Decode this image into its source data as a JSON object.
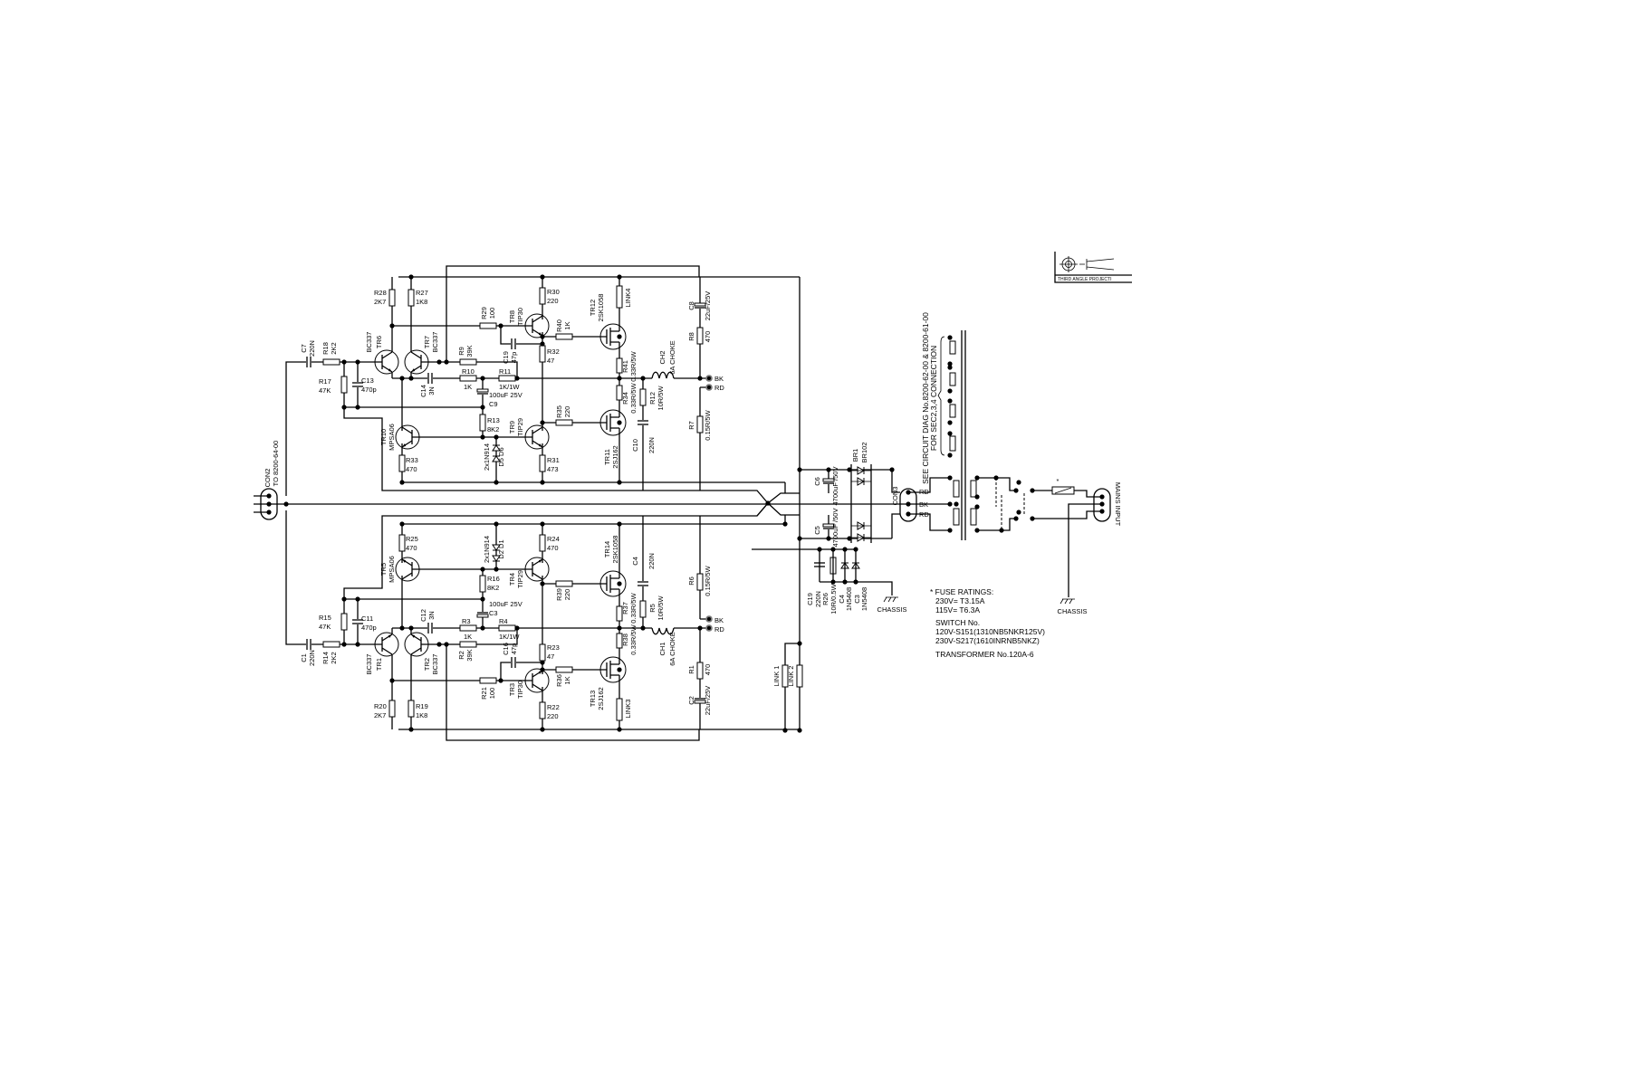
{
  "top_amp": {
    "components": [
      {
        "ref": "C7",
        "value": "220N"
      },
      {
        "ref": "R18",
        "value": "2K2"
      },
      {
        "ref": "R17",
        "value": "47K"
      },
      {
        "ref": "C13",
        "value": "470p"
      },
      {
        "ref": "TR6",
        "value": "BC337"
      },
      {
        "ref": "TR7",
        "value": "BC337"
      },
      {
        "ref": "R28",
        "value": "2K7"
      },
      {
        "ref": "R27",
        "value": "1K8"
      },
      {
        "ref": "R29",
        "value": "100"
      },
      {
        "ref": "R9",
        "value": "39K"
      },
      {
        "ref": "C14",
        "value": "3N"
      },
      {
        "ref": "R10",
        "value": "1K"
      },
      {
        "ref": "R11",
        "value": "1K/1W"
      },
      {
        "ref": "C9",
        "value": "100uF 25V"
      },
      {
        "ref": "R13",
        "value": "8K2"
      },
      {
        "ref": "TR10",
        "value": "MPSA06"
      },
      {
        "ref": "R33",
        "value": "470"
      },
      {
        "ref": "2x1N914",
        "value": "D5 D6"
      },
      {
        "ref": "TR9",
        "value": "TIP29"
      },
      {
        "ref": "R31",
        "value": "473"
      },
      {
        "ref": "TR8",
        "value": "TIP30"
      },
      {
        "ref": "R30",
        "value": "220"
      },
      {
        "ref": "C19",
        "value": "47p"
      },
      {
        "ref": "R40",
        "value": "1K"
      },
      {
        "ref": "R32",
        "value": "47"
      },
      {
        "ref": "TR12",
        "value": "2SK1058"
      },
      {
        "ref": "LINK4",
        "value": ""
      },
      {
        "ref": "R41",
        "value": "0.33R/5W"
      },
      {
        "ref": "R34",
        "value": "0.33R/5W"
      },
      {
        "ref": "R35",
        "value": "220"
      },
      {
        "ref": "TR11",
        "value": "2SJ162"
      },
      {
        "ref": "R12",
        "value": "10R/5W"
      },
      {
        "ref": "C10",
        "value": "220N"
      },
      {
        "ref": "CH2",
        "value": "6A CHOKE"
      },
      {
        "ref": "C8",
        "value": "22uF/25V"
      },
      {
        "ref": "R8",
        "value": "470"
      },
      {
        "ref": "R7",
        "value": "0.15R/5W"
      },
      {
        "ref": "BK",
        "value": ""
      },
      {
        "ref": "RD",
        "value": ""
      }
    ]
  },
  "bottom_amp": {
    "components": [
      {
        "ref": "C1",
        "value": "220N"
      },
      {
        "ref": "R14",
        "value": "2K2"
      },
      {
        "ref": "R15",
        "value": "47K"
      },
      {
        "ref": "C11",
        "value": "470p"
      },
      {
        "ref": "TR1",
        "value": "BC337"
      },
      {
        "ref": "TR2",
        "value": "BC337"
      },
      {
        "ref": "R20",
        "value": "2K7"
      },
      {
        "ref": "R19",
        "value": "1K8"
      },
      {
        "ref": "R21",
        "value": "100"
      },
      {
        "ref": "R2",
        "value": "39K"
      },
      {
        "ref": "C12",
        "value": "3N"
      },
      {
        "ref": "R3",
        "value": "1K"
      },
      {
        "ref": "R4",
        "value": "1K/1W"
      },
      {
        "ref": "C3",
        "value": "100uF 25V"
      },
      {
        "ref": "R16",
        "value": "8K2"
      },
      {
        "ref": "TR5",
        "value": "MPSA06"
      },
      {
        "ref": "R25",
        "value": "470"
      },
      {
        "ref": "2x1N914",
        "value": "D2 D1"
      },
      {
        "ref": "TR4",
        "value": "TIP29"
      },
      {
        "ref": "R24",
        "value": "470"
      },
      {
        "ref": "TR3",
        "value": "TIP30"
      },
      {
        "ref": "R22",
        "value": "220"
      },
      {
        "ref": "C16",
        "value": "47p"
      },
      {
        "ref": "R36",
        "value": "1K"
      },
      {
        "ref": "R23",
        "value": "47"
      },
      {
        "ref": "TR13",
        "value": "2SJ162"
      },
      {
        "ref": "LINK3",
        "value": ""
      },
      {
        "ref": "R38",
        "value": "0.33R/5W"
      },
      {
        "ref": "R37",
        "value": "0.33R/5W"
      },
      {
        "ref": "R39",
        "value": "220"
      },
      {
        "ref": "TR14",
        "value": "2SK1058"
      },
      {
        "ref": "R5",
        "value": "10R/5W"
      },
      {
        "ref": "C4",
        "value": "220N"
      },
      {
        "ref": "CH1",
        "value": "6A CHOKE"
      },
      {
        "ref": "C2",
        "value": "22uF/25V"
      },
      {
        "ref": "R1",
        "value": "470"
      },
      {
        "ref": "R6",
        "value": "0.15R/5W"
      },
      {
        "ref": "RD",
        "value": ""
      },
      {
        "ref": "BK",
        "value": ""
      }
    ]
  },
  "links": {
    "link1": "LINK 1",
    "link2": "LINK 2"
  },
  "connectors": {
    "con2": "CON2",
    "con2_to": "TO 8200-64-00",
    "con3": "CON3",
    "con3_pins": [
      "RD",
      "BK",
      "RD"
    ],
    "mains": "MAINS INPUT"
  },
  "power_supply": {
    "c6": "C6",
    "c6_value": "4700uF /50V",
    "c5": "C5",
    "c5_value": "4700uF /50V",
    "br1": "BR1",
    "br1_value": "BR102",
    "c19": "C19",
    "c19_value": "220N",
    "r26": "R26",
    "r26_value": "10R/0.5W",
    "c4": "C4",
    "c4_value": "1N5408",
    "c3": "C3",
    "c3_value": "1N5408",
    "chassis_left": "CHASSIS",
    "chassis_right": "CHASSIS",
    "fuse_mark": "*"
  },
  "transformer_note": [
    "SEE CIRCUIT DIAG No.8200-62-00 & 8200-61-00",
    "FOR SEC2,3,4 CONNECTION"
  ],
  "notes": [
    "* FUSE RATINGS:",
    "230V= T3.15A",
    "115V= T6.3A",
    "SWITCH No.",
    "120V-S151(1310NB5NKR125V)",
    "230V-S217(1610INRNB5NKZ)",
    "TRANSFORMER No.120A-6"
  ],
  "title_block": {
    "projection": "THIRD ANGLE PROJECTI"
  }
}
